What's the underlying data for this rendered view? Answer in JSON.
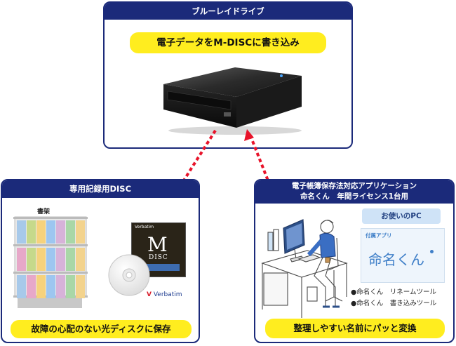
{
  "drive_panel": {
    "title": "ブルーレイドライブ",
    "caption": "電子データをM-DISCに書き込み"
  },
  "disc_panel": {
    "title": "専用記録用DISC",
    "shelf_label": "書架",
    "caption": "故障の心配のない光ディスクに保存",
    "package_logo": "Verbatim",
    "package_title": "M",
    "package_subtitle": "DISC",
    "disc_logo": "Verbatim"
  },
  "app_panel": {
    "title_line1": "電子帳簿保存法対応アプリケーション",
    "title_line2": "命名くん　年間ライセンス1台用",
    "pc_badge": "お使いのPC",
    "app_tag": "付属アプリ",
    "app_logo_text": "命名くん",
    "tools": [
      "●命名くん　リネームツール",
      "●命名くん　書き込みツール"
    ],
    "caption": "整理しやすい名前にパッと変換"
  },
  "colors": {
    "navy": "#1b2a7a",
    "caption_yellow": "#ffed1f",
    "arrow_red": "#e8132a",
    "app_blue": "#3f7fc8"
  }
}
